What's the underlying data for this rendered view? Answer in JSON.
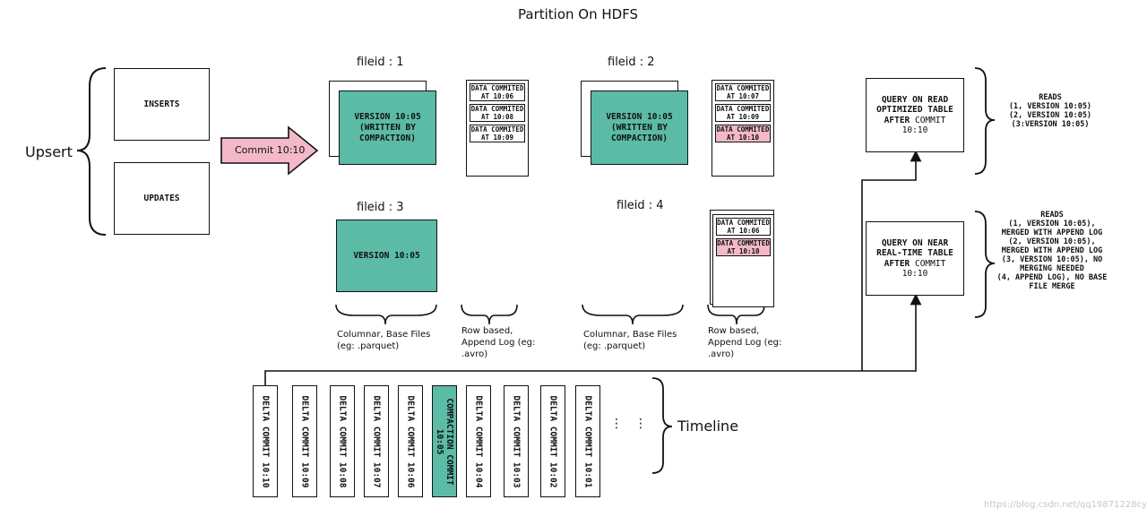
{
  "title": "Partition On HDFS",
  "upsert_label": "Upsert",
  "inserts_label": "INSERTS",
  "updates_label": "UPDATES",
  "commit_label": "Commit 10:10",
  "file_groups": [
    {
      "label": "fileid : 1",
      "base_text": "VERSION 10:05 (WRITTEN BY COMPACTION)",
      "log_entries": [
        {
          "text": "DATA COMMITED AT 10:06",
          "highlight": false
        },
        {
          "text": "DATA COMMITED AT 10:08",
          "highlight": false
        },
        {
          "text": "DATA COMMITED AT 10:09",
          "highlight": false
        }
      ]
    },
    {
      "label": "fileid : 2",
      "base_text": "VERSION 10:05 (WRITTEN BY COMPACTION)",
      "log_entries": [
        {
          "text": "DATA COMMITED AT 10:07",
          "highlight": false
        },
        {
          "text": "DATA COMMITED AT 10:09",
          "highlight": false
        },
        {
          "text": "DATA COMMITED AT 10:10",
          "highlight": true
        }
      ]
    },
    {
      "label": "fileid : 3",
      "base_text": "VERSION 10:05",
      "log_entries": []
    },
    {
      "label": "fileid : 4",
      "base_text": "",
      "log_entries": [
        {
          "text": "DATA COMMITED AT 10:06",
          "highlight": false
        },
        {
          "text": "DATA COMMITED AT 10:10",
          "highlight": true
        }
      ]
    }
  ],
  "columnar_label_1": "Columnar, Base Files (eg: .parquet)",
  "rowbased_label_1": "Row based, Append Log (eg: .avro)",
  "columnar_label_2": "Columnar, Base Files (eg: .parquet)",
  "rowbased_label_2": "Row based, Append Log (eg: .avro)",
  "query_read_optimized": {
    "line1": "QUERY ON READ",
    "line2": "OPTIMIZED TABLE",
    "line3_bold": "AFTER",
    "line3_rest": " COMMIT",
    "line4": "10:10"
  },
  "query_near_realtime": {
    "line1": "QUERY ON NEAR",
    "line2": "REAL-TIME TABLE",
    "line3_bold": "AFTER",
    "line3_rest": " COMMIT",
    "line4": "10:10"
  },
  "reads_read_optimized": "READS\n(1, VERSION 10:05)\n(2, VERSION 10:05)\n(3:VERSION 10:05)",
  "reads_near_realtime": "READS\n(1, VERSION 10:05),\nMERGED WITH APPEND LOG\n(2, VERSION 10:05),\nMERGED WITH APPEND LOG\n(3, VERSION 10:05), NO\nMERGING NEEDED\n(4, APPEND LOG), NO BASE\nFILE MERGE",
  "timeline_label": "Timeline",
  "timeline": [
    {
      "text": "DELTA COMMIT 10:10",
      "compaction": false
    },
    {
      "text": "DELTA COMMIT 10:09",
      "compaction": false
    },
    {
      "text": "DELTA COMMIT 10:08",
      "compaction": false
    },
    {
      "text": "DELTA COMMIT 10:07",
      "compaction": false
    },
    {
      "text": "DELTA COMMIT 10:06",
      "compaction": false
    },
    {
      "text": "COMPACTION COMMIT 10:05",
      "compaction": true
    },
    {
      "text": "DELTA COMMIT 10:04",
      "compaction": false
    },
    {
      "text": "DELTA COMMIT 10:03",
      "compaction": false
    },
    {
      "text": "DELTA COMMIT 10:02",
      "compaction": false
    },
    {
      "text": "DELTA COMMIT 10:01",
      "compaction": false
    }
  ],
  "timeline_ellipsis": [
    "⋮",
    "⋮"
  ],
  "watermark": "https://blog.csdn.net/qq19871228cy",
  "colors": {
    "green": "#5bbba6",
    "pink": "#f3b9c9"
  }
}
